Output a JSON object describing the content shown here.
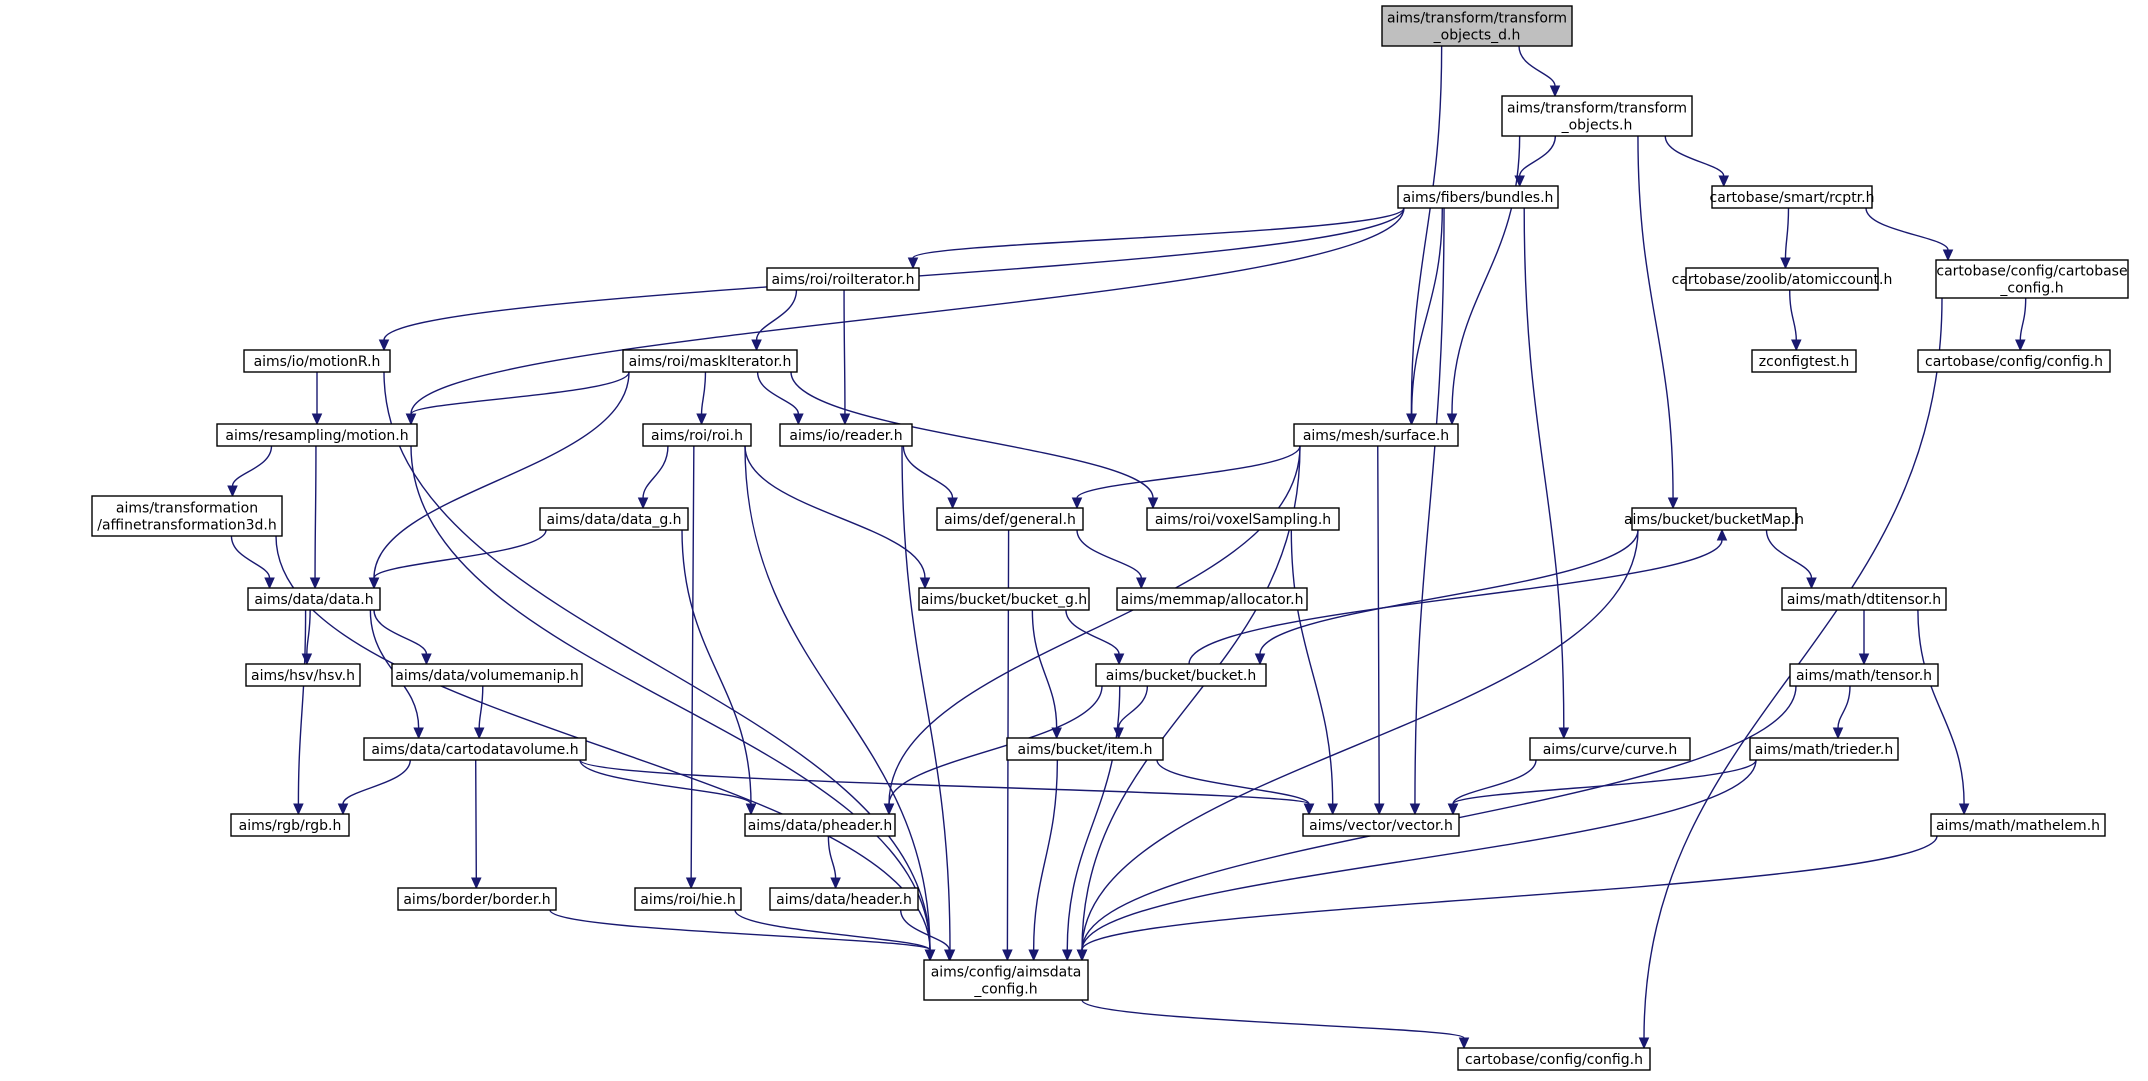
{
  "colors": {
    "edge": "#191970",
    "root_fill": "#bfbfbf",
    "node_fill": "#ffffff",
    "border": "#000000"
  },
  "nodes": [
    {
      "id": "n_to_d",
      "lines": [
        "aims/transform/transform",
        "_objects_d.h"
      ],
      "root": true
    },
    {
      "id": "n_to",
      "lines": [
        "aims/transform/transform",
        "_objects.h"
      ]
    },
    {
      "id": "n_bundles",
      "lines": [
        "aims/fibers/bundles.h"
      ]
    },
    {
      "id": "n_rcptr",
      "lines": [
        "cartobase/smart/rcptr.h"
      ]
    },
    {
      "id": "n_roiit",
      "lines": [
        "aims/roi/roiIterator.h"
      ]
    },
    {
      "id": "n_atomic",
      "lines": [
        "cartobase/zoolib/atomiccount.h"
      ]
    },
    {
      "id": "n_cbconf",
      "lines": [
        "cartobase/config/cartobase",
        "_config.h"
      ]
    },
    {
      "id": "n_motionR",
      "lines": [
        "aims/io/motionR.h"
      ]
    },
    {
      "id": "n_maskit",
      "lines": [
        "aims/roi/maskIterator.h"
      ]
    },
    {
      "id": "n_zconf",
      "lines": [
        "zconfigtest.h"
      ]
    },
    {
      "id": "n_cbconfig",
      "lines": [
        "cartobase/config/config.h"
      ]
    },
    {
      "id": "n_motion",
      "lines": [
        "aims/resampling/motion.h"
      ]
    },
    {
      "id": "n_roi",
      "lines": [
        "aims/roi/roi.h"
      ]
    },
    {
      "id": "n_reader",
      "lines": [
        "aims/io/reader.h"
      ]
    },
    {
      "id": "n_surface",
      "lines": [
        "aims/mesh/surface.h"
      ]
    },
    {
      "id": "n_affine",
      "lines": [
        "aims/transformation",
        "/affinetransformation3d.h"
      ]
    },
    {
      "id": "n_datag",
      "lines": [
        "aims/data/data_g.h"
      ]
    },
    {
      "id": "n_general",
      "lines": [
        "aims/def/general.h"
      ]
    },
    {
      "id": "n_voxsamp",
      "lines": [
        "aims/roi/voxelSampling.h"
      ]
    },
    {
      "id": "n_bucketmap",
      "lines": [
        "aims/bucket/bucketMap.h"
      ]
    },
    {
      "id": "n_data",
      "lines": [
        "aims/data/data.h"
      ]
    },
    {
      "id": "n_bucketg",
      "lines": [
        "aims/bucket/bucket_g.h"
      ]
    },
    {
      "id": "n_alloc",
      "lines": [
        "aims/memmap/allocator.h"
      ]
    },
    {
      "id": "n_dtensor",
      "lines": [
        "aims/math/dtitensor.h"
      ]
    },
    {
      "id": "n_hsv",
      "lines": [
        "aims/hsv/hsv.h"
      ]
    },
    {
      "id": "n_volmanip",
      "lines": [
        "aims/data/volumemanip.h"
      ]
    },
    {
      "id": "n_bucket",
      "lines": [
        "aims/bucket/bucket.h"
      ]
    },
    {
      "id": "n_tensor",
      "lines": [
        "aims/math/tensor.h"
      ]
    },
    {
      "id": "n_cartovol",
      "lines": [
        "aims/data/cartodatavolume.h"
      ]
    },
    {
      "id": "n_item",
      "lines": [
        "aims/bucket/item.h"
      ]
    },
    {
      "id": "n_curve",
      "lines": [
        "aims/curve/curve.h"
      ]
    },
    {
      "id": "n_trieder",
      "lines": [
        "aims/math/trieder.h"
      ]
    },
    {
      "id": "n_rgb",
      "lines": [
        "aims/rgb/rgb.h"
      ]
    },
    {
      "id": "n_pheader",
      "lines": [
        "aims/data/pheader.h"
      ]
    },
    {
      "id": "n_vector",
      "lines": [
        "aims/vector/vector.h"
      ]
    },
    {
      "id": "n_mathelem",
      "lines": [
        "aims/math/mathelem.h"
      ]
    },
    {
      "id": "n_border",
      "lines": [
        "aims/border/border.h"
      ]
    },
    {
      "id": "n_hie",
      "lines": [
        "aims/roi/hie.h"
      ]
    },
    {
      "id": "n_header",
      "lines": [
        "aims/data/header.h"
      ]
    },
    {
      "id": "n_aimsconf",
      "lines": [
        "aims/config/aimsdata",
        "_config.h"
      ]
    },
    {
      "id": "n_cbconfig2",
      "lines": [
        "cartobase/config/config.h"
      ]
    }
  ],
  "edges": [
    [
      "n_to_d",
      "n_to"
    ],
    [
      "n_to_d",
      "n_surface"
    ],
    [
      "n_to",
      "n_bundles"
    ],
    [
      "n_to",
      "n_rcptr"
    ],
    [
      "n_to",
      "n_surface"
    ],
    [
      "n_to",
      "n_bucketmap"
    ],
    [
      "n_rcptr",
      "n_atomic"
    ],
    [
      "n_rcptr",
      "n_cbconf"
    ],
    [
      "n_atomic",
      "n_zconf"
    ],
    [
      "n_cbconf",
      "n_cbconfig"
    ],
    [
      "n_cbconf",
      "n_cbconfig2"
    ],
    [
      "n_bundles",
      "n_motionR"
    ],
    [
      "n_bundles",
      "n_roiit"
    ],
    [
      "n_bundles",
      "n_motion"
    ],
    [
      "n_bundles",
      "n_surface"
    ],
    [
      "n_bundles",
      "n_vector"
    ],
    [
      "n_bundles",
      "n_curve"
    ],
    [
      "n_roiit",
      "n_maskit"
    ],
    [
      "n_roiit",
      "n_reader"
    ],
    [
      "n_motionR",
      "n_motion"
    ],
    [
      "n_motionR",
      "n_aimsconf"
    ],
    [
      "n_maskit",
      "n_motion"
    ],
    [
      "n_maskit",
      "n_roi"
    ],
    [
      "n_maskit",
      "n_reader"
    ],
    [
      "n_maskit",
      "n_voxsamp"
    ],
    [
      "n_maskit",
      "n_data"
    ],
    [
      "n_motion",
      "n_affine"
    ],
    [
      "n_motion",
      "n_data"
    ],
    [
      "n_motion",
      "n_aimsconf"
    ],
    [
      "n_roi",
      "n_datag"
    ],
    [
      "n_roi",
      "n_bucketg"
    ],
    [
      "n_roi",
      "n_hie"
    ],
    [
      "n_roi",
      "n_aimsconf"
    ],
    [
      "n_reader",
      "n_general"
    ],
    [
      "n_reader",
      "n_aimsconf"
    ],
    [
      "n_surface",
      "n_general"
    ],
    [
      "n_surface",
      "n_pheader"
    ],
    [
      "n_surface",
      "n_vector"
    ],
    [
      "n_surface",
      "n_aimsconf"
    ],
    [
      "n_affine",
      "n_data"
    ],
    [
      "n_affine",
      "n_aimsconf"
    ],
    [
      "n_datag",
      "n_data"
    ],
    [
      "n_datag",
      "n_pheader"
    ],
    [
      "n_general",
      "n_alloc"
    ],
    [
      "n_general",
      "n_aimsconf"
    ],
    [
      "n_voxsamp",
      "n_vector"
    ],
    [
      "n_bucketmap",
      "n_bucket"
    ],
    [
      "n_bucketmap",
      "n_dtensor"
    ],
    [
      "n_bucketmap",
      "n_aimsconf"
    ],
    [
      "n_data",
      "n_hsv"
    ],
    [
      "n_data",
      "n_volmanip"
    ],
    [
      "n_data",
      "n_cartovol"
    ],
    [
      "n_data",
      "n_rgb"
    ],
    [
      "n_bucketg",
      "n_bucket"
    ],
    [
      "n_bucketg",
      "n_item"
    ],
    [
      "n_dtensor",
      "n_tensor"
    ],
    [
      "n_dtensor",
      "n_mathelem"
    ],
    [
      "n_volmanip",
      "n_cartovol"
    ],
    [
      "n_bucket",
      "n_bucketmap"
    ],
    [
      "n_bucket",
      "n_item"
    ],
    [
      "n_bucket",
      "n_pheader"
    ],
    [
      "n_bucket",
      "n_aimsconf"
    ],
    [
      "n_tensor",
      "n_trieder"
    ],
    [
      "n_tensor",
      "n_aimsconf"
    ],
    [
      "n_cartovol",
      "n_rgb"
    ],
    [
      "n_cartovol",
      "n_pheader"
    ],
    [
      "n_cartovol",
      "n_vector"
    ],
    [
      "n_cartovol",
      "n_border"
    ],
    [
      "n_item",
      "n_vector"
    ],
    [
      "n_item",
      "n_aimsconf"
    ],
    [
      "n_curve",
      "n_vector"
    ],
    [
      "n_trieder",
      "n_vector"
    ],
    [
      "n_trieder",
      "n_aimsconf"
    ],
    [
      "n_pheader",
      "n_header"
    ],
    [
      "n_mathelem",
      "n_aimsconf"
    ],
    [
      "n_border",
      "n_aimsconf"
    ],
    [
      "n_hie",
      "n_aimsconf"
    ],
    [
      "n_header",
      "n_aimsconf"
    ],
    [
      "n_aimsconf",
      "n_cbconfig2"
    ]
  ]
}
